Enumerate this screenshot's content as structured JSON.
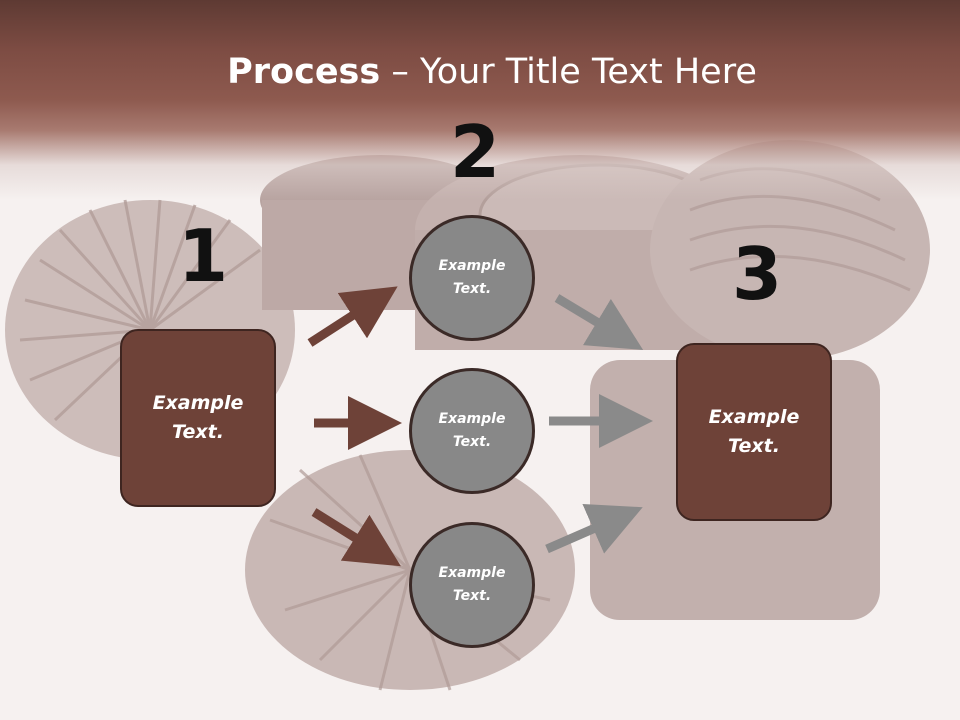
{
  "slide": {
    "title_bold": "Process",
    "title_rest": " – Your Title Text Here"
  },
  "steps": [
    {
      "number": "1",
      "text": "Example Text."
    },
    {
      "number": "2",
      "items": [
        "Example Text.",
        "Example Text.",
        "Example Text."
      ]
    },
    {
      "number": "3",
      "text": "Example Text."
    }
  ],
  "colors": {
    "header": "#7d4c43",
    "box_fill": "#6e4238",
    "circle_fill": "#888888",
    "arrow_brown": "#6e4238",
    "arrow_gray": "#8a8a8a"
  }
}
